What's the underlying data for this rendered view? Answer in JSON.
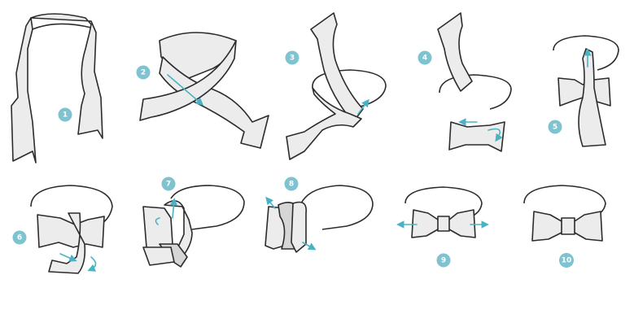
{
  "steps": [
    {
      "number": "1"
    },
    {
      "number": "2"
    },
    {
      "number": "3"
    },
    {
      "number": "4"
    },
    {
      "number": "5"
    },
    {
      "number": "6"
    },
    {
      "number": "7"
    },
    {
      "number": "8"
    },
    {
      "number": "9"
    },
    {
      "number": "10"
    }
  ],
  "colors": {
    "badge": "#7ec3cf",
    "arrow": "#4ab3c3",
    "tie_fill": "#ececec",
    "outline": "#2c2c2c"
  }
}
